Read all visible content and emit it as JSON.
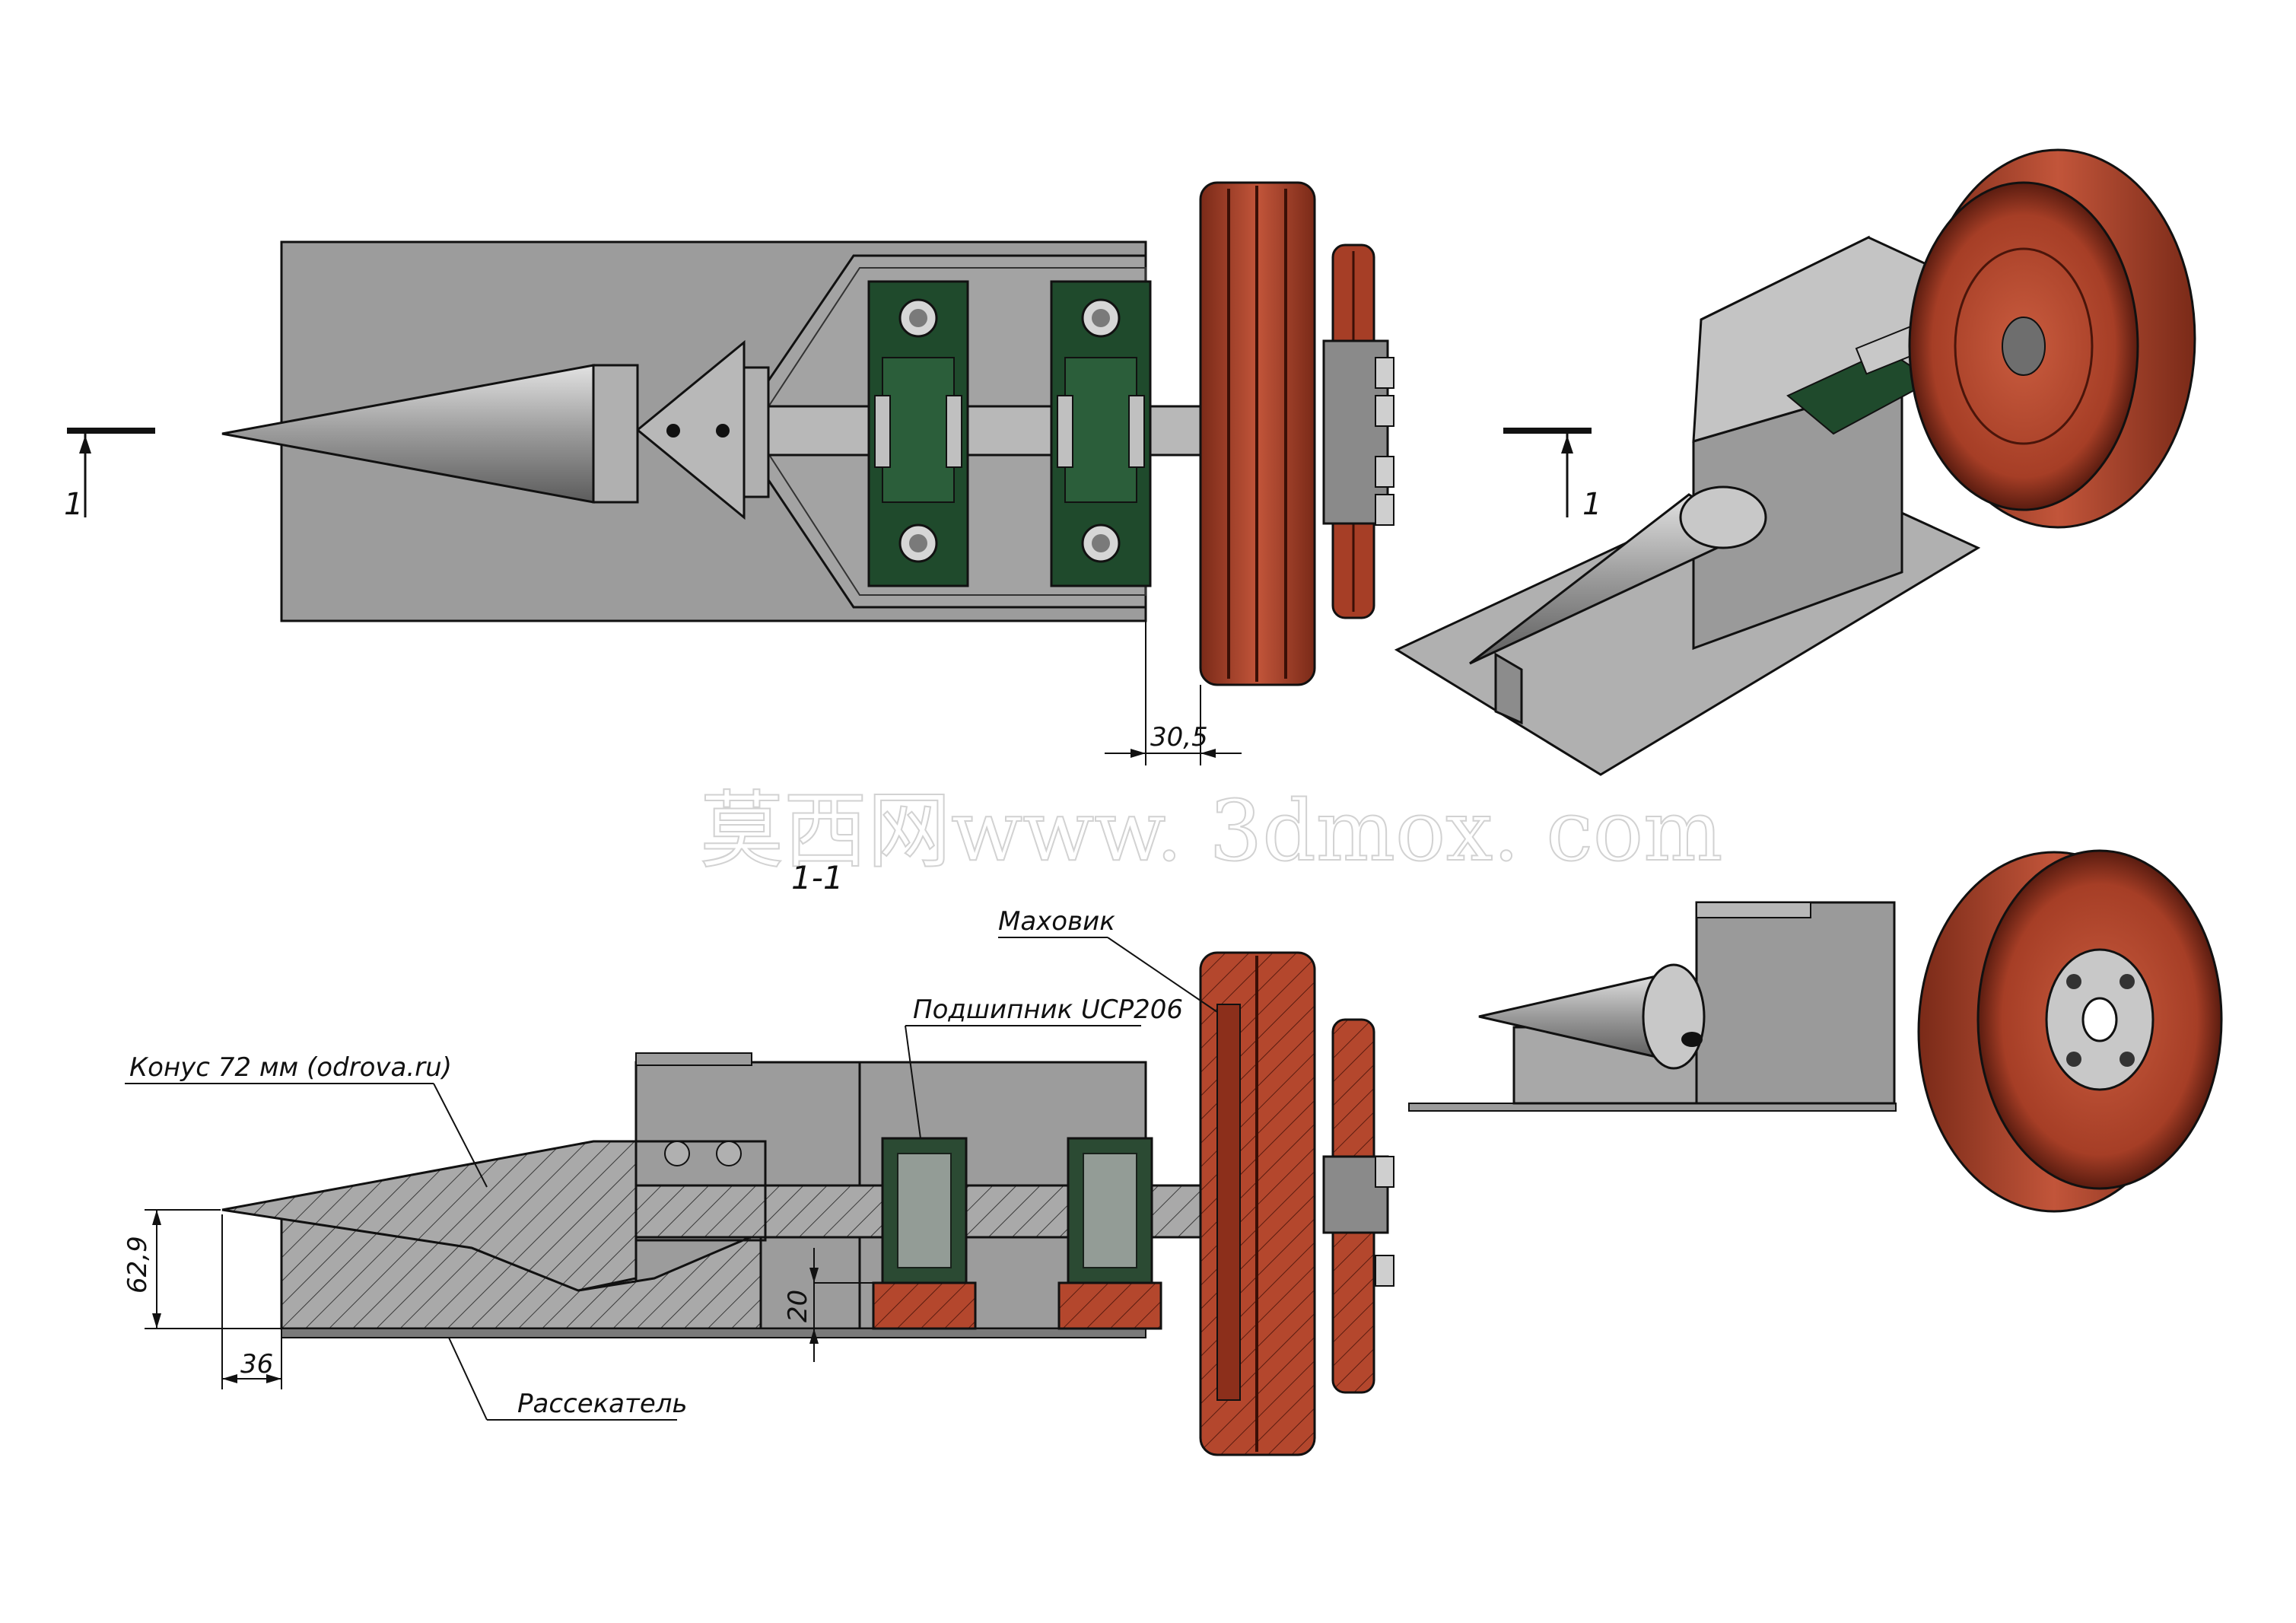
{
  "section": {
    "marker_label": "1",
    "title": "1-1"
  },
  "callouts": {
    "cone": "Конус 72 мм (odrova.ru)",
    "bearing": "Подшипник UCP206",
    "flywheel": "Маховик",
    "splitter": "Рассекатель"
  },
  "dimensions": {
    "top_gap": "30,5",
    "cone_height": "62,9",
    "cone_offset": "36",
    "bearing_height": "20"
  },
  "watermark": "莫西网www. 3dmox. com",
  "colors": {
    "frame": "#9c9c9c",
    "frame_dark": "#6e6e6e",
    "flywheel": "#b4472d",
    "flywheel_dark": "#7a2a18",
    "bearing": "#1f4a2c",
    "steel": "#b5b5b5",
    "line": "#111111"
  }
}
